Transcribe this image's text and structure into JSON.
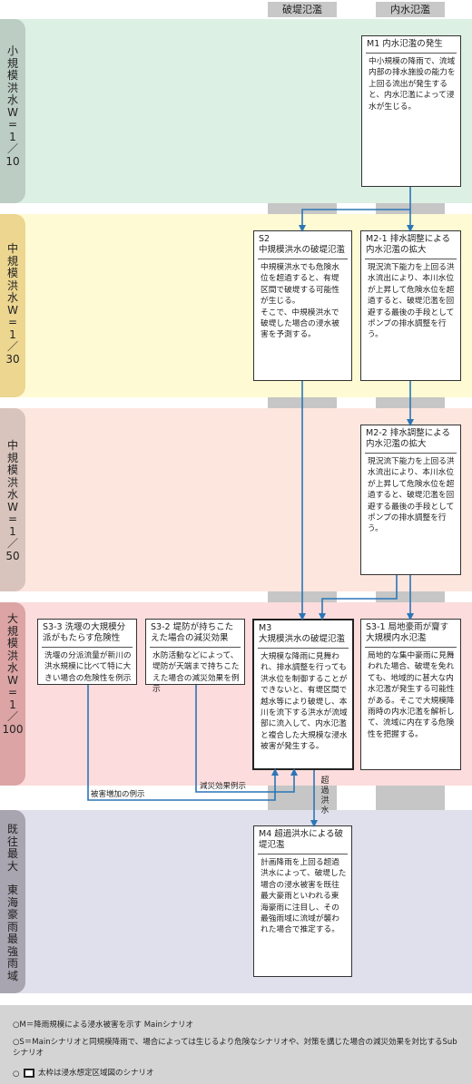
{
  "columns": {
    "breach": "破堤氾濫",
    "inland": "内水氾濫"
  },
  "bands": [
    {
      "label": [
        "小",
        "規",
        "模",
        "洪",
        "水",
        "W",
        "=",
        "1",
        "／",
        "10"
      ],
      "bg": "#dcf0e4",
      "tab": "#bccdc4"
    },
    {
      "label": [
        "中",
        "規",
        "模",
        "洪",
        "水",
        "W",
        "=",
        "1",
        "／",
        "30"
      ],
      "bg": "#fefad4",
      "tab": "#ecd690"
    },
    {
      "label": [
        "中",
        "規",
        "模",
        "洪",
        "水",
        "W",
        "=",
        "1",
        "／",
        "50"
      ],
      "bg": "#fce6de",
      "tab": "#d8c4bc"
    },
    {
      "label": [
        "大",
        "規",
        "模",
        "洪",
        "水",
        "W",
        "=",
        "1",
        "／",
        "100"
      ],
      "bg": "#fcdcdc",
      "tab": "#dca4a4"
    },
    {
      "label": [
        "既",
        "往",
        "最",
        "大",
        "",
        "東",
        "海",
        "豪",
        "雨",
        "最",
        "強",
        "雨",
        "域"
      ],
      "bg": "#e0e0ec",
      "tab": "#a8a4b0"
    }
  ],
  "boxes": {
    "m1": {
      "title": "M1 内水氾濫の発生",
      "body": "中小規模の降雨で、流域内部の排水施設の能力を上回る流出が発生すると、内水氾濫によって浸水が生じる。"
    },
    "s2": {
      "title": "S2\n中規模洪水の破堤氾濫",
      "body": "中規模洪水でも危険水位を超過すると、有堤区間で破堤する可能性が生じる。\nそこで、中規模洪水で破堤した場合の浸水被害を予測する。"
    },
    "m21": {
      "title": "M2-1 排水調整による内水氾濫の拡大",
      "body": "現況流下能力を上回る洪水流出により、本川水位が上昇して危険水位を超過すると、破堤氾濫を回避する最後の手段としてポンプの排水調整を行う。"
    },
    "m22": {
      "title": "M2-2 排水調整による内水氾濫の拡大",
      "body": "現況流下能力を上回る洪水流出により、本川水位が上昇して危険水位を超過すると、破堤氾濫を回避する最後の手段としてポンプの排水調整を行う。"
    },
    "s33": {
      "title": "S3-3 洗堰の大規模分派がもたらす危険性",
      "body": "洗堰の分派流量が新川の洪水規模に比べて特に大きい場合の危険性を例示"
    },
    "s32": {
      "title": "S3-2 堤防が持ちこたえた場合の減災効果",
      "body": "水防活動などによって、堤防が天端まで持ちこたえた場合の減災効果を例示"
    },
    "m3": {
      "title": "M3\n大規模洪水の破堤氾濫",
      "body": "大規模な降雨に見舞われ、排水調整を行っても洪水位を制御することができないと、有堤区間で越水等により破堤し、本川を流下する洪水が流域部に流入して、内水氾濫と複合した大規模な浸水被害が発生する。"
    },
    "s31": {
      "title": "S3-1 局地豪雨が齎す大規模内水氾濫",
      "body": "局地的な集中豪雨に見舞われた場合、破堤を免れても、地域的に甚大な内水氾濫が発生する可能性がある。そこで大規模降雨時の内水氾濫を解析して、流域に内在する危険性を把握する。"
    },
    "m4": {
      "title": "M4 超過洪水による破堤氾濫",
      "body": "計画降雨を上回る超過洪水によって、破堤した場合の浸水被害を既往最大豪雨といわれる東海豪雨に注目し、その最強雨域に流域が襲われた場合で推定する。"
    }
  },
  "arrows": {
    "damage_increase": "被害増加の例示",
    "mitigation": "減災効果例示",
    "excess_flood": [
      "超",
      "過",
      "洪",
      "水"
    ]
  },
  "legend": {
    "m_note": "○M＝降雨規模による浸水被害を示す Mainシナリオ",
    "s_note": "○S＝Mainシナリオと同規模降雨で、場合によっては生じるより危険なシナリオや、対策を講じた場合の減災効果を対比するSubシナリオ",
    "thick_note": "太枠は浸水想定区域図のシナリオ"
  },
  "colors": {
    "arrow": "#2a76b6",
    "legend_bg": "#d4d4d4"
  }
}
